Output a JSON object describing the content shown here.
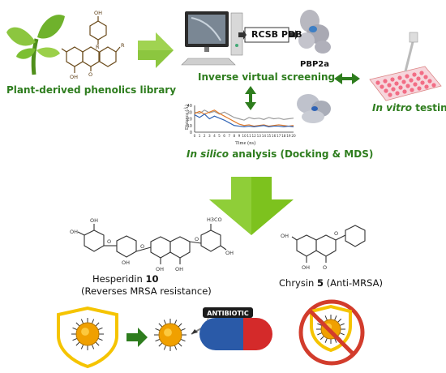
{
  "colors": {
    "accent_green": "#7dc21e",
    "text_green": "#2e7d1e",
    "shield_yellow": "#f5c400",
    "bacteria_orange": "#f0a000",
    "ban_red": "#d23c2c",
    "plate_pink": "#f26d85"
  },
  "icons": [
    "plant-sprout-icon",
    "computer-icon",
    "protein-structure-icon",
    "microplate-icon",
    "shield-icon",
    "bacterium-icon",
    "syringe-icon",
    "antibiotic-capsule-icon",
    "prohibition-icon"
  ],
  "labels": {
    "library": "Plant-derived phenolics library",
    "pdb": "RCSB PDB",
    "protein": "PBP2a",
    "screening": "Inverse virtual screening",
    "invitro_italic": "In vitro",
    "invitro_rest": " testing",
    "insilico_italic": "In silico",
    "insilico_rest": " analysis (Docking & MDS)",
    "hesperidin_name": "Hesperidin ",
    "hesperidin_num": "10",
    "hesperidin_desc": "(Reverses MRSA resistance)",
    "chrysin_name": "Chrysin ",
    "chrysin_num": "5",
    "chrysin_desc": " (Anti-MRSA)",
    "capsule_text": "ANTIBIOTIC"
  },
  "molecule_atoms": {
    "oh": "OH",
    "o": "O",
    "r": "R",
    "h3co": "H3CO"
  },
  "chart_data": {
    "type": "line",
    "xlabel": "Time (ns)",
    "ylabel": "Distance (Å)",
    "ylim": [
      0,
      40
    ],
    "yticks": [
      0,
      10,
      20,
      30,
      40
    ],
    "xticks": [
      "0",
      "1",
      "2",
      "3",
      "4",
      "5",
      "6",
      "7",
      "8",
      "9",
      "10",
      "11",
      "12",
      "13",
      "14",
      "15",
      "16",
      "17",
      "18",
      "19",
      "20"
    ],
    "series": [
      {
        "color": "#9b9b9b",
        "values": [
          30,
          28,
          33,
          29,
          31,
          27,
          30,
          26,
          22,
          20,
          18,
          22,
          20,
          21,
          19,
          22,
          20,
          21,
          19,
          20,
          21
        ]
      },
      {
        "color": "#e07a2a",
        "values": [
          28,
          31,
          27,
          30,
          33,
          28,
          24,
          20,
          16,
          12,
          10,
          11,
          9,
          10,
          11,
          9,
          10,
          11,
          10,
          9,
          10
        ]
      },
      {
        "color": "#2f63b5",
        "values": [
          26,
          22,
          27,
          20,
          24,
          21,
          18,
          14,
          10,
          9,
          8,
          9,
          8,
          9,
          10,
          8,
          9,
          9,
          8,
          9,
          8
        ]
      }
    ]
  }
}
